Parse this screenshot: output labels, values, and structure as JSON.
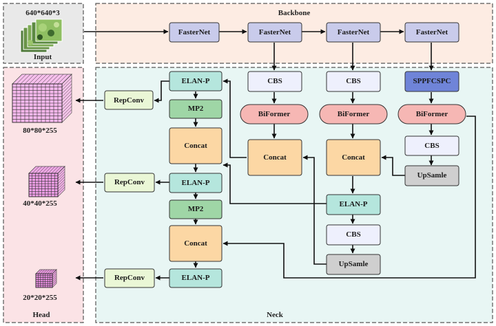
{
  "regions": {
    "backbone": "Backbone",
    "neck": "Neck",
    "head": "Head",
    "input_size": "640*640*3",
    "input": "Input"
  },
  "blocks": {
    "fasternet": "FasterNet",
    "cbs": "CBS",
    "sppfcspc": "SPPFCSPC",
    "biformer": "BiFormer",
    "concat": "Concat",
    "upsample": "UpSamle",
    "elan_p": "ELAN-P",
    "mp2": "MP2",
    "repconv": "RepConv"
  },
  "outputs": {
    "large": "80*80*255",
    "medium": "40*40*255",
    "small": "20*20*255"
  },
  "colors": {
    "backbone_bg": "#fdece3",
    "neck_bg": "#e8f6f4",
    "head_bg": "#fbe3e6",
    "input_bg": "#e9e9e9",
    "fasternet": "#c9cbeb",
    "cbs": "#eef0fd",
    "sppfcspc": "#6f84d8",
    "biformer": "#f6b7b4",
    "concat": "#fcd7a4",
    "upsample": "#cfcfcf",
    "elan_p": "#b5e6dd",
    "mp2": "#9fd6a6",
    "repconv": "#eaf7d6",
    "grid_large": "#f5b8ec",
    "grid_medium": "#ee9ee6",
    "grid_small": "#e88ee0"
  }
}
